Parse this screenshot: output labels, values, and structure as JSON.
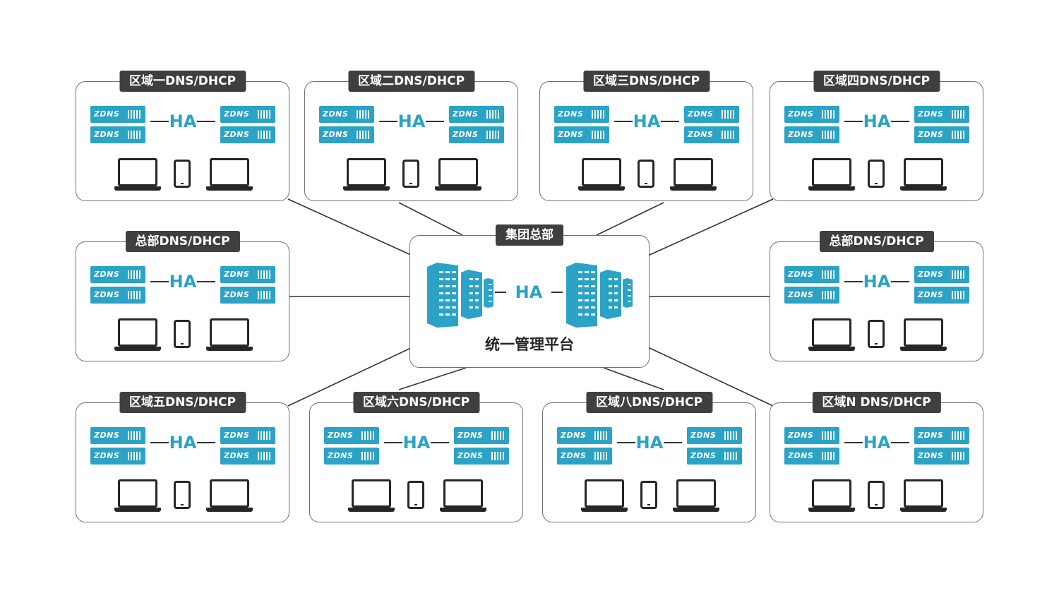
{
  "hq": {
    "label": "集团总部",
    "ha_label": "HA",
    "caption": "统一管理平台"
  },
  "regions": [
    {
      "label": "区域一DNS/DHCP",
      "ha_label": "HA",
      "brand": "ZDNS"
    },
    {
      "label": "区域二DNS/DHCP",
      "ha_label": "HA",
      "brand": "ZDNS"
    },
    {
      "label": "区域三DNS/DHCP",
      "ha_label": "HA",
      "brand": "ZDNS"
    },
    {
      "label": "区域四DNS/DHCP",
      "ha_label": "HA",
      "brand": "ZDNS"
    },
    {
      "label": "总部DNS/DHCP",
      "ha_label": "HA",
      "brand": "ZDNS"
    },
    {
      "label": "总部DNS/DHCP",
      "ha_label": "HA",
      "brand": "ZDNS"
    },
    {
      "label": "区域五DNS/DHCP",
      "ha_label": "HA",
      "brand": "ZDNS"
    },
    {
      "label": "区域六DNS/DHCP",
      "ha_label": "HA",
      "brand": "ZDNS"
    },
    {
      "label": "区域八DNS/DHCP",
      "ha_label": "HA",
      "brand": "ZDNS"
    },
    {
      "label": "区域N DNS/DHCP",
      "ha_label": "HA",
      "brand": "ZDNS"
    }
  ],
  "colors": {
    "accent": "#2aa3c6",
    "label_bg": "#3f3f3f",
    "border": "#6f6f6f",
    "line": "#333333"
  }
}
